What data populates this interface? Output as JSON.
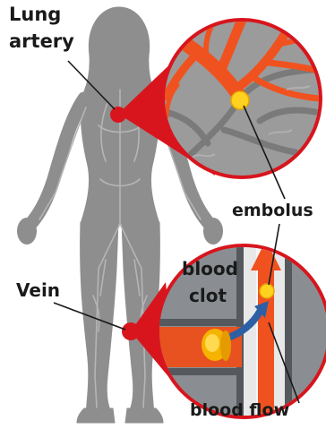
{
  "labels": {
    "lung_artery_line1": "Lung",
    "lung_artery_line2": "artery",
    "embolus": "embolus",
    "vein": "Vein",
    "blood_clot_line1": "blood",
    "blood_clot_line2": "clot",
    "blood_flow": "blood flow"
  },
  "colors": {
    "body": "#8e8e8e",
    "vessels": "#a9a9a9",
    "artery": "#f0521f",
    "callout_red": "#d8151d",
    "clot": "#f4b400",
    "embolus": "#ffd21f",
    "vein_wall": "#5f6367",
    "blue_arrow": "#2d5fa4"
  }
}
